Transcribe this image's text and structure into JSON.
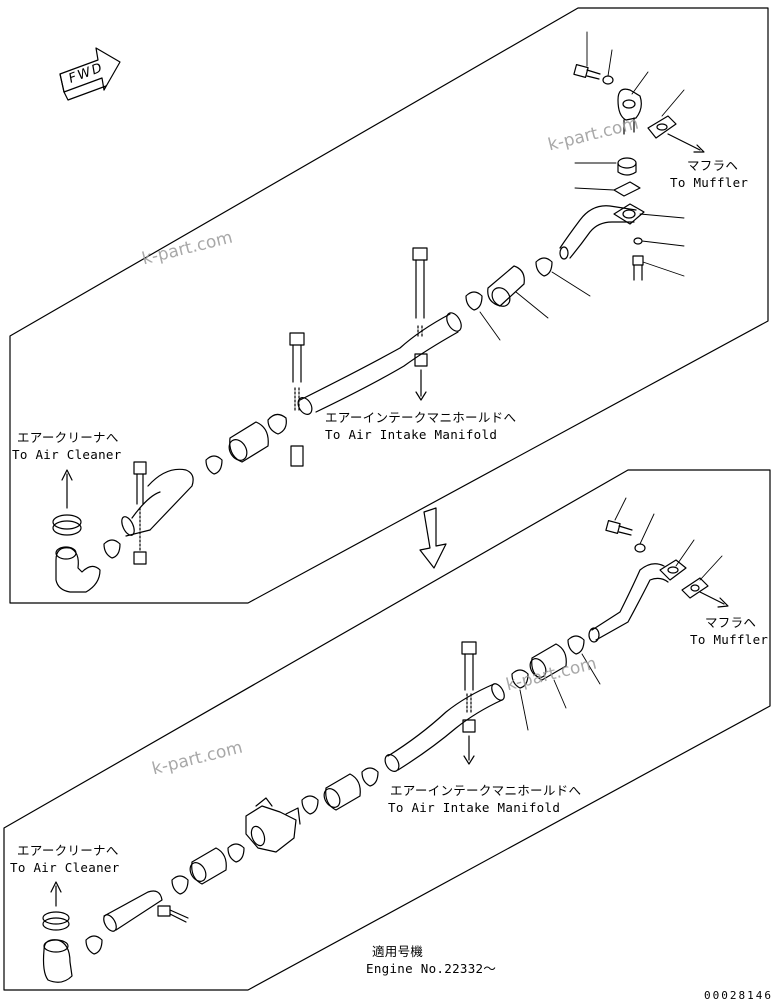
{
  "fwd_label": "FWD",
  "panel_top": {
    "to_muffler_jp": "マフラヘ",
    "to_muffler_en": "To Muffler",
    "to_air_intake_jp": "エアーインテークマニホールドへ",
    "to_air_intake_en": "To Air Intake Manifold",
    "to_air_cleaner_jp": "エアークリーナへ",
    "to_air_cleaner_en": "To Air Cleaner"
  },
  "panel_bottom": {
    "to_muffler_jp": "マフラヘ",
    "to_muffler_en": "To Muffler",
    "to_air_intake_jp": "エアーインテークマニホールドへ",
    "to_air_intake_en": "To Air Intake Manifold",
    "to_air_cleaner_jp": "エアークリーナへ",
    "to_air_cleaner_en": "To Air Cleaner",
    "applicable_jp": "適用号機",
    "applicable_en": "Engine No.22332～"
  },
  "watermarks": [
    "k-part.com",
    "k-part.com",
    "k-part.com",
    "k-part.com"
  ],
  "document_number": "00028146"
}
